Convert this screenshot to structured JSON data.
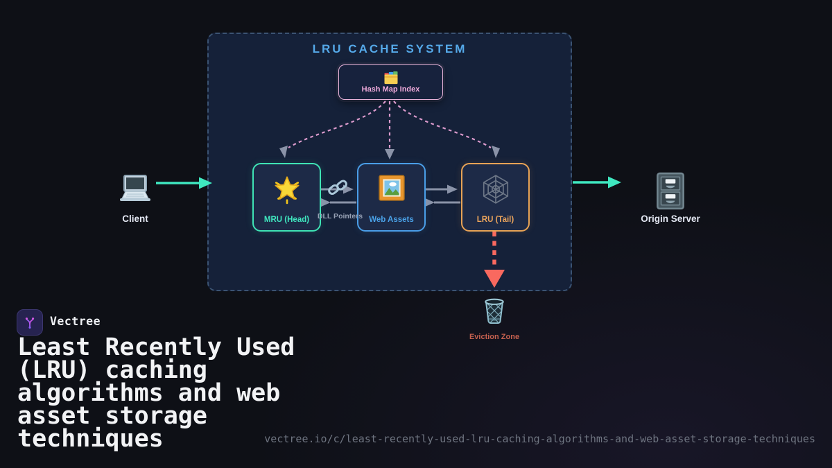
{
  "diagram": {
    "title": "LRU CACHE SYSTEM",
    "hash_label": "Hash Map Index",
    "mru_label": "MRU (Head)",
    "web_label": "Web Assets",
    "lru_label": "LRU (Tail)",
    "dll_label": "DLL Pointers",
    "client_label": "Client",
    "origin_label": "Origin Server",
    "eviction_label": "Eviction Zone"
  },
  "branding": {
    "name": "Vectree",
    "headline": "Least Recently Used (LRU) caching algorithms and web asset storage techniques",
    "url": "vectree.io/c/least-recently-used-lru-caching-algorithms-and-web-asset-storage-techniques"
  },
  "icons": {
    "hash": "card-index-icon",
    "mru": "star-icon",
    "web": "framed-picture-icon",
    "lru": "spider-web-icon",
    "client": "laptop-icon",
    "origin": "file-cabinet-icon",
    "eviction": "wastebasket-icon",
    "dll": "chain-link-icon",
    "brand": "branch-tree-icon"
  },
  "colors": {
    "accent_teal": "#3fe4b5",
    "accent_blue": "#4a9ee8",
    "accent_orange": "#e8a355",
    "accent_pink": "#e2a6d6",
    "accent_red": "#f9695f",
    "title_blue": "#55a9e9",
    "container_bg": "#152139",
    "page_bg": "#0e1016"
  }
}
